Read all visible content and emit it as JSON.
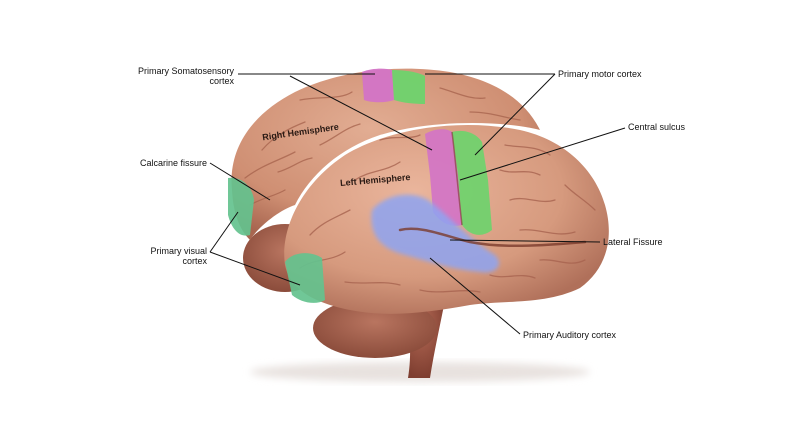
{
  "labels": {
    "somatosensory_1": "Primary Somatosensory",
    "somatosensory_2": "cortex",
    "motor": "Primary motor cortex",
    "central_sulcus": "Central sulcus",
    "calcarine": "Calcarine fissure",
    "visual_1": "Primary visual",
    "visual_2": "cortex",
    "lateral_fissure": "Lateral Fissure",
    "auditory": "Primary Auditory cortex",
    "right_hemisphere": "Right Hemisphere",
    "left_hemisphere": "Left Hemisphere"
  },
  "colors": {
    "brain_skin": "#d49a80",
    "brain_shadow": "#a5624a",
    "somatosensory": "#d374c6",
    "motor": "#6ed36d",
    "visual": "#64c28e",
    "auditory": "#8ea4f2",
    "brainstem": "#9c5443"
  }
}
